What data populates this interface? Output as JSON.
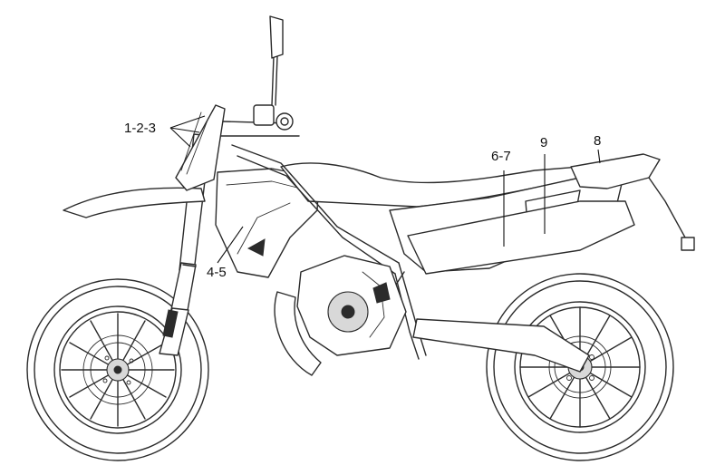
{
  "callouts": {
    "c123": "1-2-3",
    "c45": "4-5",
    "c67": "6-7",
    "c9": "9",
    "c8": "8"
  }
}
